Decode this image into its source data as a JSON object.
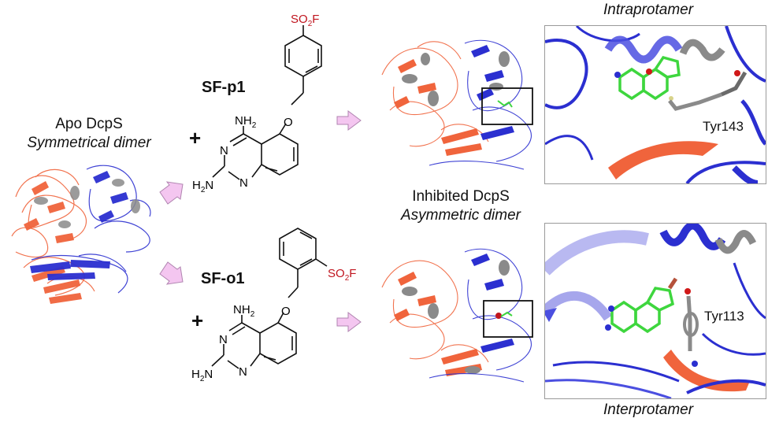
{
  "apo": {
    "title": "Apo DcpS",
    "subtitle": "Symmetrical dimer"
  },
  "inhibited": {
    "title": "Inhibited DcpS",
    "subtitle": "Asymmetric dimer"
  },
  "compounds": {
    "p1": {
      "name": "SF-p1",
      "group": "SO2F"
    },
    "o1": {
      "name": "SF-o1",
      "group": "SO2F"
    }
  },
  "chem_labels": {
    "amine_top": "NH2",
    "amine_left": "H2N",
    "nitrogen": "N",
    "oxygen": "O",
    "plus": "+"
  },
  "panels": {
    "top": {
      "heading": "Intraprotamer",
      "residue": "Tyr143"
    },
    "bottom": {
      "heading": "Interprotamer",
      "residue": "Tyr113"
    }
  },
  "colors": {
    "chainA": "#f0643c",
    "chainB": "#2b2fd0",
    "helix_gray": "#8a8a8a",
    "ligand": "#3ed63e",
    "arrow": "#f4c6f0",
    "sulfonyl": "#c0141e"
  }
}
